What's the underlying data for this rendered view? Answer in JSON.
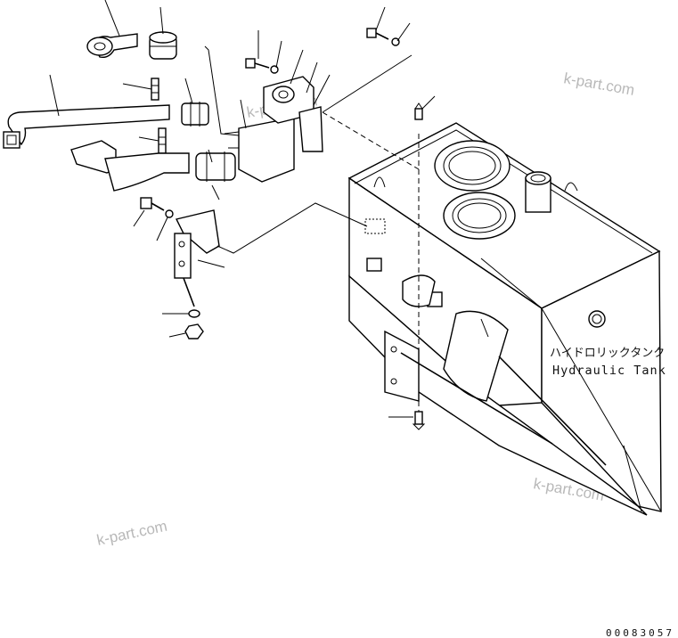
{
  "tank_label_jp": "ハイドロリックタンク",
  "tank_label_en": "Hydraulic Tank",
  "watermark": "k-part.com",
  "drawing_code": "00083057"
}
